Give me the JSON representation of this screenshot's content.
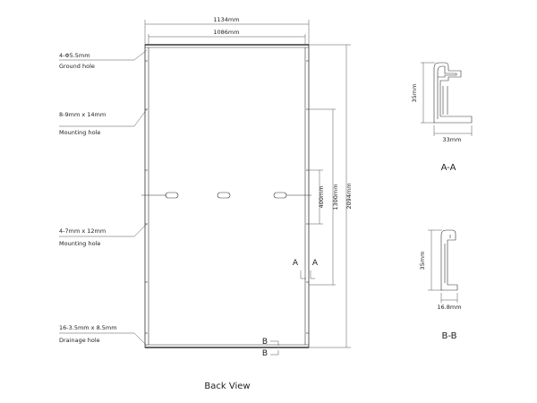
{
  "dimensions": {
    "overall_width": "1134mm",
    "frame_width": "1086mm",
    "overall_length": "2094mm",
    "mounting_span_long": "1300mm",
    "mounting_span_short": "400mm",
    "section_aa_height": "35mm",
    "section_aa_width": "33mm",
    "section_bb_height": "35mm",
    "section_bb_width": "16.8mm"
  },
  "callouts": [
    {
      "spec": "4-Φ5.5mm",
      "name": "Ground hole"
    },
    {
      "spec": "8-9mm x 14mm",
      "name": "Mounting hole"
    },
    {
      "spec": "4-7mm x 12mm",
      "name": "Mounting hole"
    },
    {
      "spec": "16-3.5mm x 8.5mm",
      "name": "Drainage hole"
    }
  ],
  "section_markers": {
    "a": "A",
    "b": "B"
  },
  "section_titles": {
    "aa": "A-A",
    "bb": "B-B"
  },
  "view_title": "Back View"
}
